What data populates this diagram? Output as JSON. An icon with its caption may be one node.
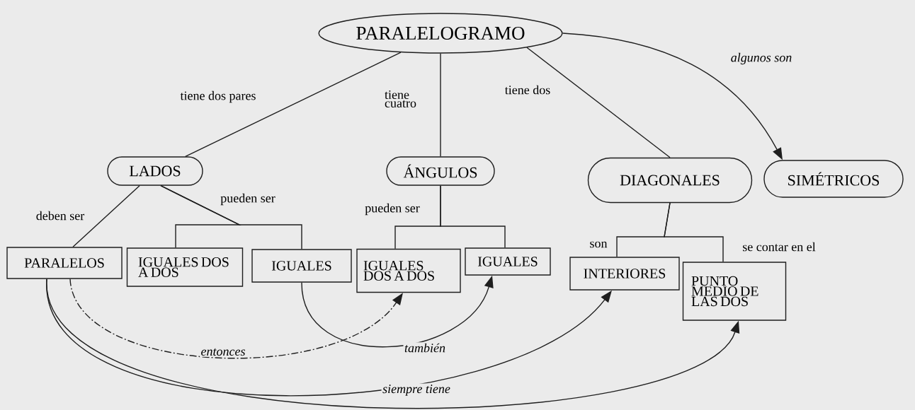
{
  "diagram": {
    "nodes": [
      {
        "text": [
          "PARALELOGRAMO"
        ]
      },
      {
        "text": [
          "LADOS"
        ]
      },
      {
        "text": [
          "ÁNGULOS"
        ]
      },
      {
        "text": [
          "DIAGONALES"
        ]
      },
      {
        "text": [
          "SIMÉTRICOS"
        ]
      },
      {
        "text": [
          "PARALELOS"
        ]
      },
      {
        "text": [
          "IGUALES DOS A DOS"
        ]
      },
      {
        "text": [
          "IGUALES"
        ]
      },
      {
        "text": [
          "IGUALES DOS A DOS"
        ]
      },
      {
        "text": [
          "IGUALES"
        ]
      },
      {
        "text": [
          "INTERIORES"
        ]
      },
      {
        "text": [
          "PUNTO MEDIO DE LAS DOS"
        ]
      }
    ],
    "edges": [
      {
        "from": 0,
        "to": 1,
        "arrow": "none",
        "label": "tiene dos pares"
      },
      {
        "from": 0,
        "to": 2,
        "arrow": "none",
        "label": "tiene cuatro"
      },
      {
        "from": 0,
        "to": 3,
        "arrow": "none",
        "label": "tiene dos"
      },
      {
        "from": 0,
        "to": 4,
        "arrow": "to",
        "label": "algunos son"
      },
      {
        "from": 1,
        "to": 5,
        "arrow": "none",
        "label": "deben ser"
      },
      {
        "from": 1,
        "to": 6,
        "arrow": "none",
        "label": "pueden ser"
      },
      {
        "from": 1,
        "to": 7,
        "arrow": "none"
      },
      {
        "from": 2,
        "to": 8,
        "arrow": "none",
        "label": "pueden ser"
      },
      {
        "from": 2,
        "to": 9,
        "arrow": "none"
      },
      {
        "from": 3,
        "to": 10,
        "arrow": "none",
        "label": "son"
      },
      {
        "from": 3,
        "to": 11,
        "arrow": "none",
        "label": "se contar en el"
      },
      {
        "from": 5,
        "to": 8,
        "arrow": "to",
        "label": "entonces",
        "style": "dashed"
      },
      {
        "from": 7,
        "to": 9,
        "arrow": "to",
        "label": "también"
      },
      {
        "from": 5,
        "to": 10,
        "arrow": "to",
        "label": "siempre tiene"
      },
      {
        "from": 5,
        "to": 11,
        "arrow": "to"
      }
    ]
  }
}
